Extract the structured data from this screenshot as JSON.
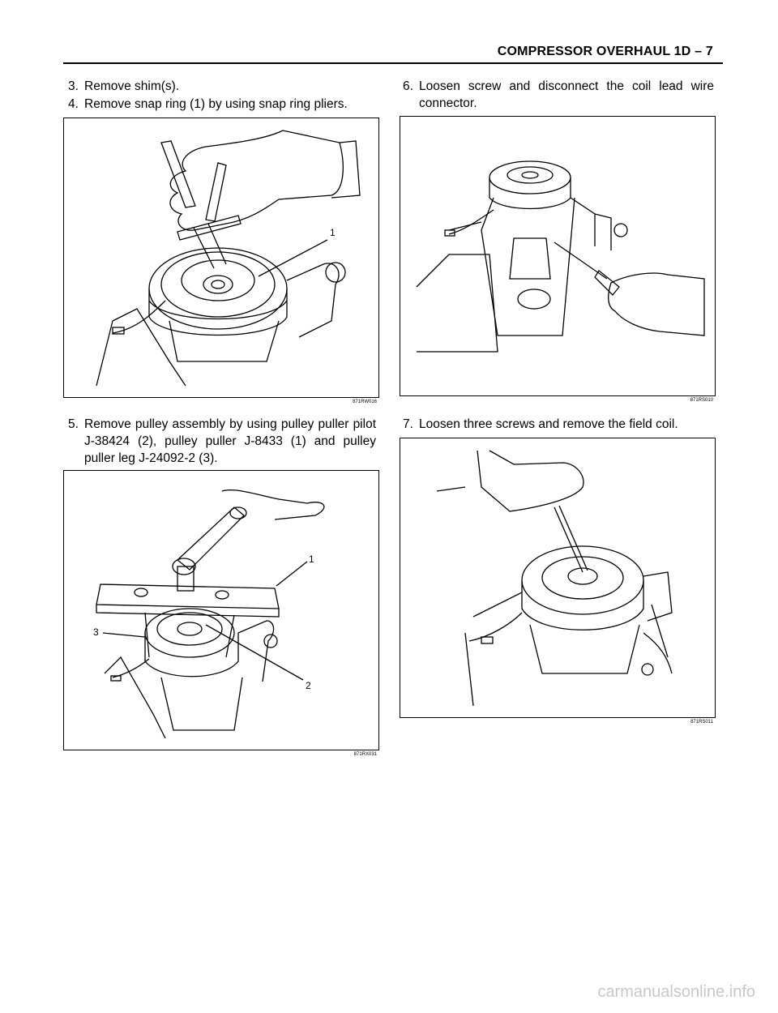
{
  "header": {
    "title": "COMPRESSOR OVERHAUL  1D – 7"
  },
  "steps": {
    "s3": {
      "num": "3.",
      "text": "Remove shim(s)."
    },
    "s4": {
      "num": "4.",
      "text": "Remove snap ring (1) by using snap ring pliers."
    },
    "s5": {
      "num": "5.",
      "text": "Remove pulley assembly by using pulley puller pilot J-38424 (2), pulley puller J-8433 (1) and pulley puller leg J-24092-2 (3)."
    },
    "s6": {
      "num": "6.",
      "text": "Loosen screw and disconnect the coil lead wire connector."
    },
    "s7": {
      "num": "7.",
      "text": "Loosen three screws and remove the field coil."
    }
  },
  "figures": {
    "fig1": {
      "code": "871RW016",
      "callouts": [
        "1"
      ]
    },
    "fig2": {
      "code": "871RX031",
      "callouts": [
        "1",
        "3",
        "2"
      ]
    },
    "fig3": {
      "code": "871RS010"
    },
    "fig4": {
      "code": "871RS011"
    }
  },
  "footer": {
    "watermark": "carmanualsonline.info"
  }
}
